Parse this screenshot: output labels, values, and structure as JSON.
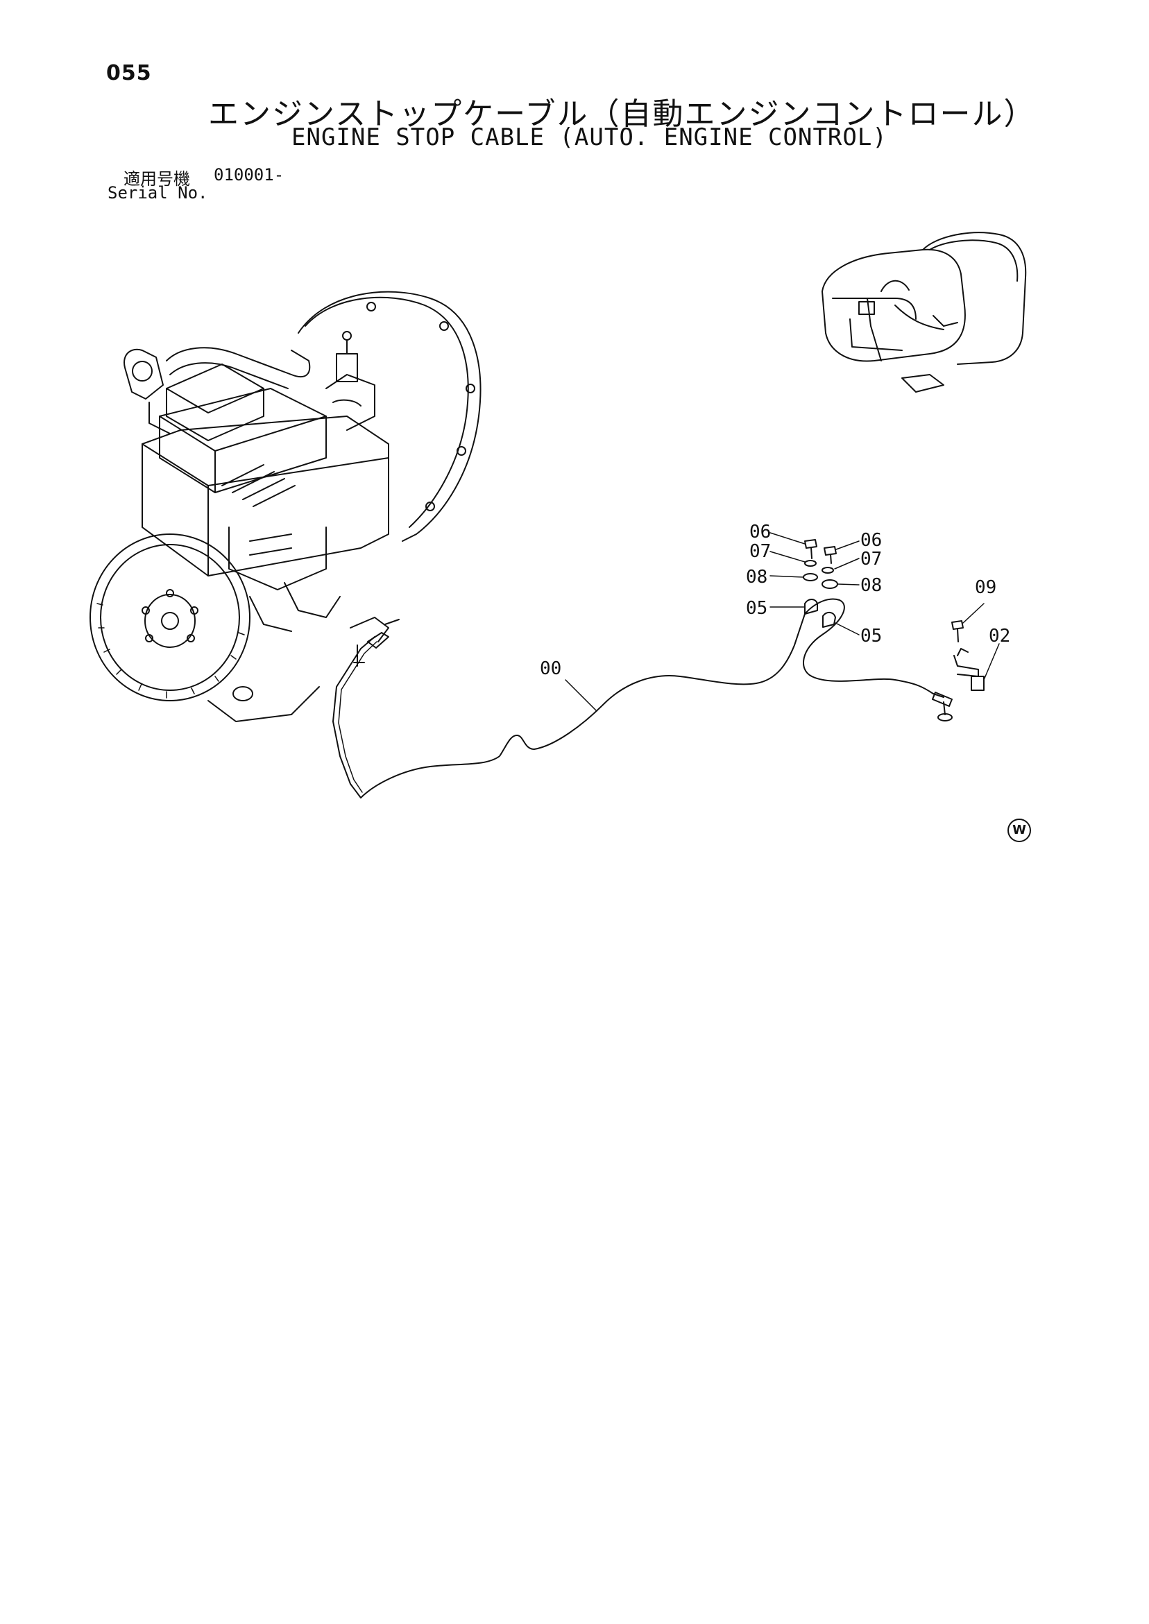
{
  "header": {
    "page_number": "055",
    "title_ja": "エンジンストップケーブル（自動エンジンコントロール）",
    "title_en": "ENGINE STOP CABLE (AUTO. ENGINE CONTROL)",
    "serial_label_ja": "適用号機",
    "serial_value": "010001-",
    "serial_label_en": "Serial No."
  },
  "diagram": {
    "callouts": [
      "06",
      "07",
      "08",
      "05",
      "06",
      "07",
      "08",
      "05",
      "00",
      "09",
      "02"
    ],
    "corner_mark": "W"
  },
  "icons": {
    "engine": "engine-assembly-icon",
    "cab": "operator-cab-icon",
    "knob": "stop-knob-icon"
  }
}
